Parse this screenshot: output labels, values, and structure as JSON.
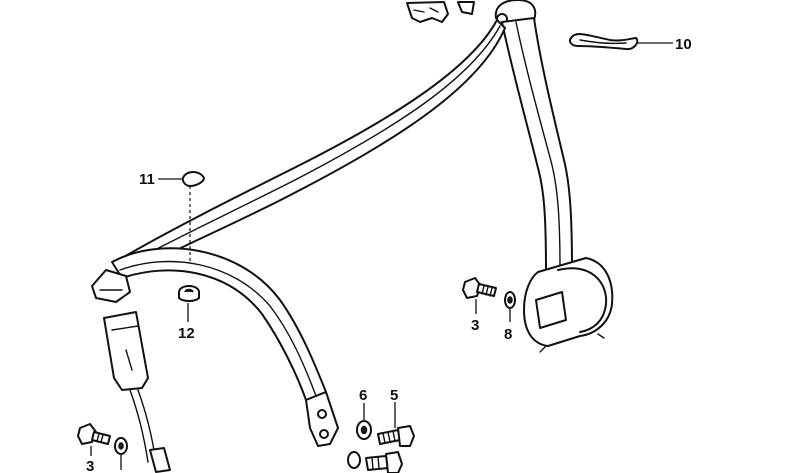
{
  "callouts": [
    {
      "id": "callout-10",
      "label": "10"
    },
    {
      "id": "callout-11",
      "label": "11"
    },
    {
      "id": "callout-12",
      "label": "12"
    },
    {
      "id": "callout-3-right",
      "label": "3"
    },
    {
      "id": "callout-8",
      "label": "8"
    },
    {
      "id": "callout-6",
      "label": "6"
    },
    {
      "id": "callout-5",
      "label": "5"
    },
    {
      "id": "callout-3-left",
      "label": "3"
    }
  ]
}
